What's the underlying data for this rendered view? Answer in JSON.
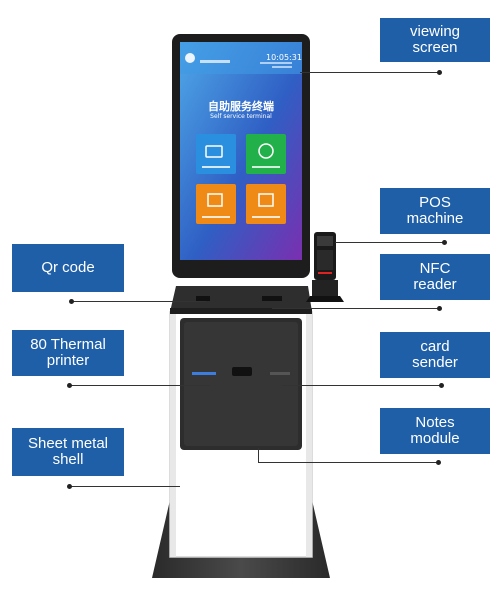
{
  "labels": {
    "viewing_screen": "viewing\nscreen",
    "pos_machine": "POS\nmachine",
    "qr_code": "Qr code",
    "nfc_reader": "NFC\nreader",
    "thermal_printer": "80 Thermal\nprinter",
    "card_sender": "card\nsender",
    "sheet_metal_shell": "Sheet metal\nshell",
    "notes_module": "Notes\nmodule"
  },
  "screen": {
    "time": "10:05:31",
    "title_cn": "自助服务终端",
    "title_en": "Self service terminal"
  },
  "colors": {
    "label_bg": "#1f5fa8",
    "tile_blue": "#2b8fe0",
    "tile_green": "#22b04a",
    "tile_orange": "#f08a16"
  }
}
